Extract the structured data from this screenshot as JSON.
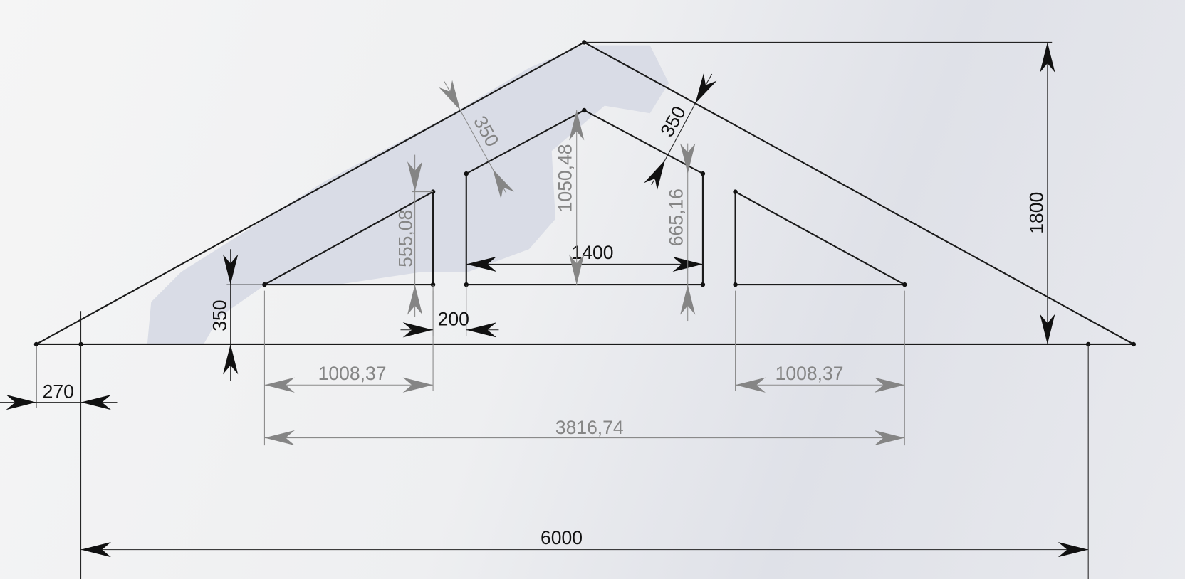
{
  "drawing": {
    "dimensions": {
      "ridge_height": "1800",
      "total_width": "6000",
      "span_inner": "3816,74",
      "left_triangle_width": "1008,37",
      "right_triangle_width": "1008,37",
      "overhang": "270",
      "wall_offset": "350",
      "gap": "200",
      "center_width": "1400",
      "center_height": "1050,48",
      "left_triangle_height": "555,08",
      "center_side_height": "665,16",
      "rafter_thickness_left": "350",
      "rafter_thickness_right": "350"
    },
    "colors": {
      "line": "#1a1a1a",
      "driven_dim": "#858585",
      "selection": "#d9dce6"
    }
  }
}
